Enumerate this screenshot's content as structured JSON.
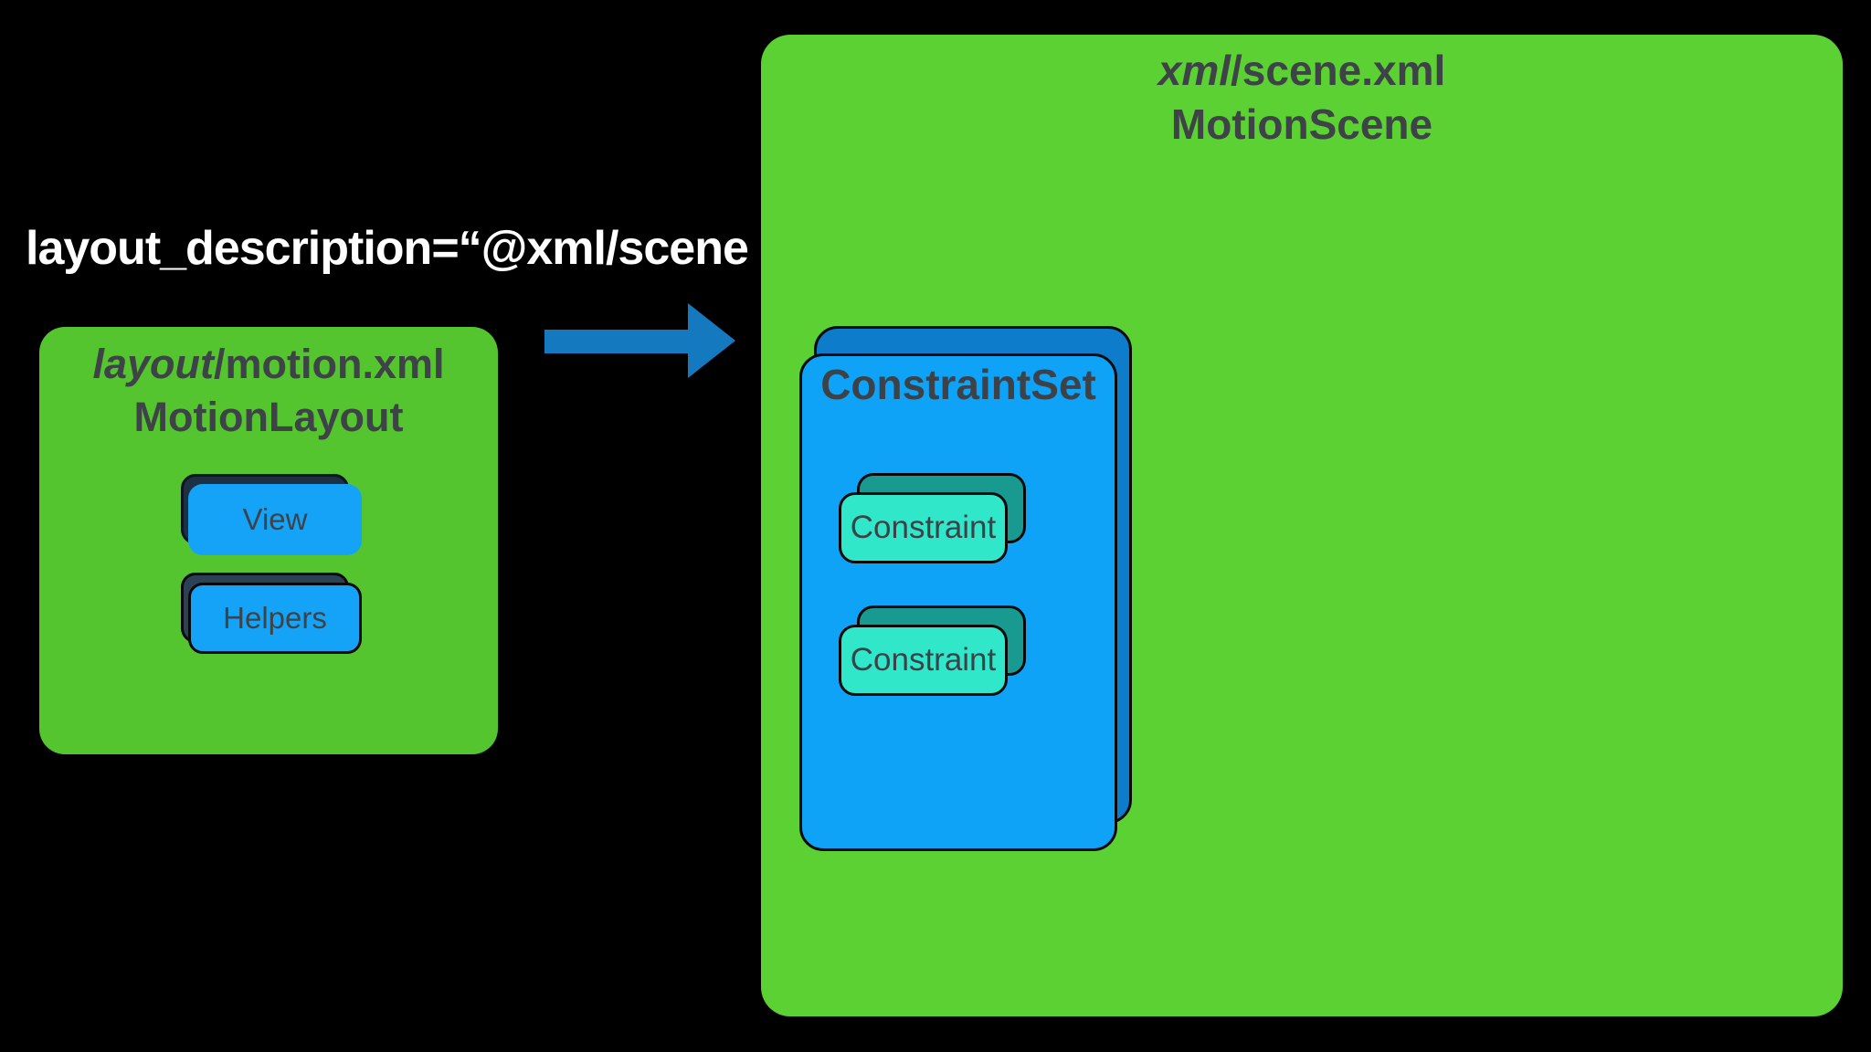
{
  "colors": {
    "background": "#000000",
    "left_box_green": "#54c52f",
    "right_box_green": "#5cd133",
    "card_blue": "#15a3f8",
    "constraint_set_blue": "#0fa3f8",
    "constraint_set_back_blue": "#0c7ccb",
    "constraint_teal": "#30e7c9",
    "constraint_back_teal": "#189a90",
    "view_back_navy": "#1d3044",
    "helpers_back_slate": "#2d4156",
    "arrow_blue": "#1579c0",
    "text_dark": "#3e4347",
    "text_white": "#ffffff"
  },
  "annotation": {
    "label": "layout_description=“@xml/scene"
  },
  "left_box": {
    "title_italic": "layout",
    "title_bold": "/motion.xml",
    "subtitle": "MotionLayout",
    "items": [
      {
        "label": "View"
      },
      {
        "label": "Helpers"
      }
    ]
  },
  "right_box": {
    "title_italic": "xml",
    "title_bold": "/scene.xml",
    "subtitle": "MotionScene",
    "constraint_set": {
      "title": "ConstraintSet",
      "constraints": [
        {
          "label": "Constraint"
        },
        {
          "label": "Constraint"
        }
      ]
    }
  }
}
